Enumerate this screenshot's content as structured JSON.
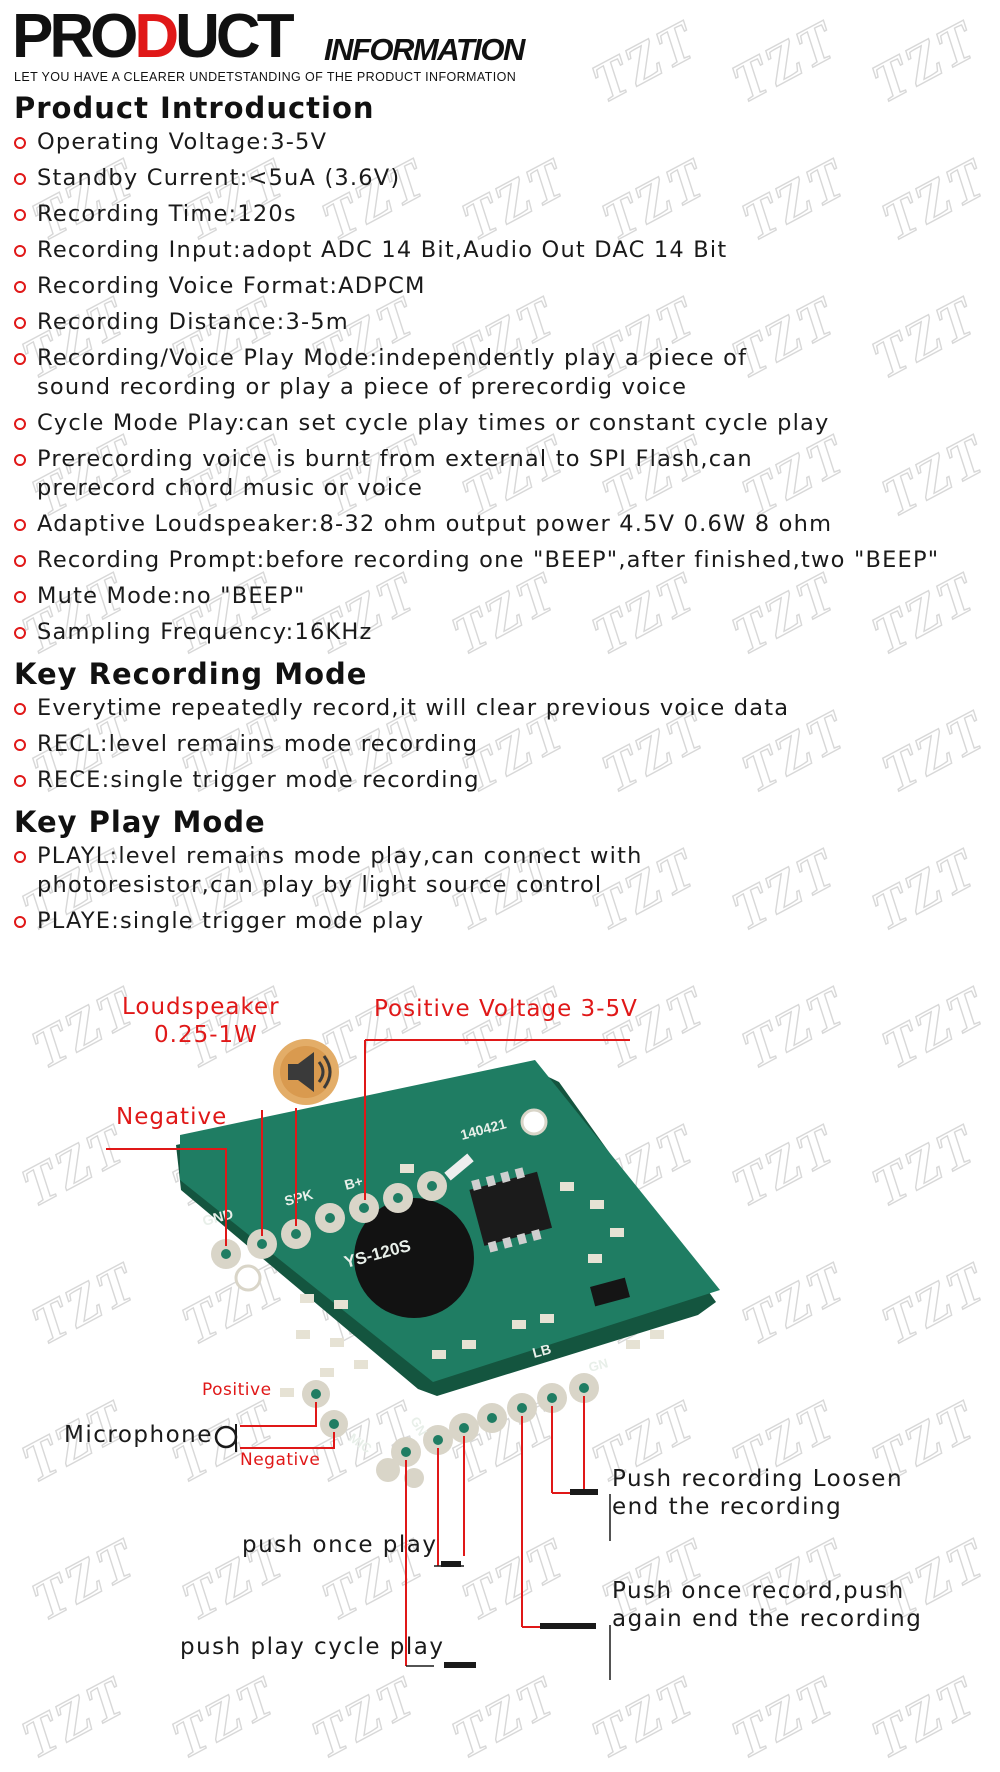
{
  "header": {
    "brand_main_a": "PRO",
    "brand_main_b": "D",
    "brand_main_c": "UCT",
    "brand_sub": "INFORMATION",
    "tagline": "LET YOU HAVE A CLEARER UNDETSTANDING OF THE PRODUCT INFORMATION"
  },
  "watermark": "TZT",
  "sections": [
    {
      "title": "Product Introduction",
      "items": [
        "Operating Voltage:3-5V",
        "Standby Current:<5uA (3.6V)",
        "Recording Time:120s",
        "Recording Input:adopt ADC 14 Bit,Audio Out DAC 14 Bit",
        "Recording Voice Format:ADPCM",
        "Recording Distance:3-5m",
        "Recording/Voice Play Mode:independently play a piece of sound recording or play a piece of prerecordig voice",
        "Cycle Mode Play:can set cycle play times or constant cycle play",
        "Prerecording voice is burnt from external to SPI Flash,can prerecord chord music or voice",
        "Adaptive Loudspeaker:8-32 ohm output power 4.5V 0.6W 8 ohm",
        "Recording Prompt:before recording one \"BEEP\",after finished,two \"BEEP\"",
        "Mute Mode:no \"BEEP\"",
        "Sampling Frequency:16KHz"
      ]
    },
    {
      "title": "Key Recording Mode",
      "items": [
        "Everytime repeatedly record,it will clear previous voice data",
        "RECL:level remains mode recording",
        "RECE:single trigger mode recording"
      ]
    },
    {
      "title": "Key Play Mode",
      "items": [
        "PLAYL:level remains mode play,can connect with photoresistor,can play by light source control",
        "PLAYE:single trigger mode play"
      ]
    }
  ],
  "diagram": {
    "loudspeaker_line1": "Loudspeaker",
    "loudspeaker_line2": "0.25-1W",
    "positive_voltage": "Positive Voltage 3-5V",
    "negative": "Negative",
    "mic_positive": "Positive",
    "mic_negative": "Negative",
    "microphone": "Microphone",
    "push_recording_line1": "Push recording Loosen",
    "push_recording_line2": "end the recording",
    "push_once_play": "push once play",
    "push_once_record_line1": "Push once record,push",
    "push_once_record_line2": "again end the recording",
    "push_play_cycle": "push play cycle play",
    "board_model": "YS-120S",
    "board_date": "140421",
    "pad_gnd": "GND",
    "pad_spk": "SPK",
    "pad_b": "B+",
    "pad_mic": "MIC",
    "pad_gn": "GN",
    "pad_gn2": "GN",
    "pad_lb": "LB"
  },
  "colors": {
    "accent": "#e01818",
    "pcb": "#1f7d63",
    "pcb_edge": "#14553f",
    "pad": "#d9d5c8"
  }
}
